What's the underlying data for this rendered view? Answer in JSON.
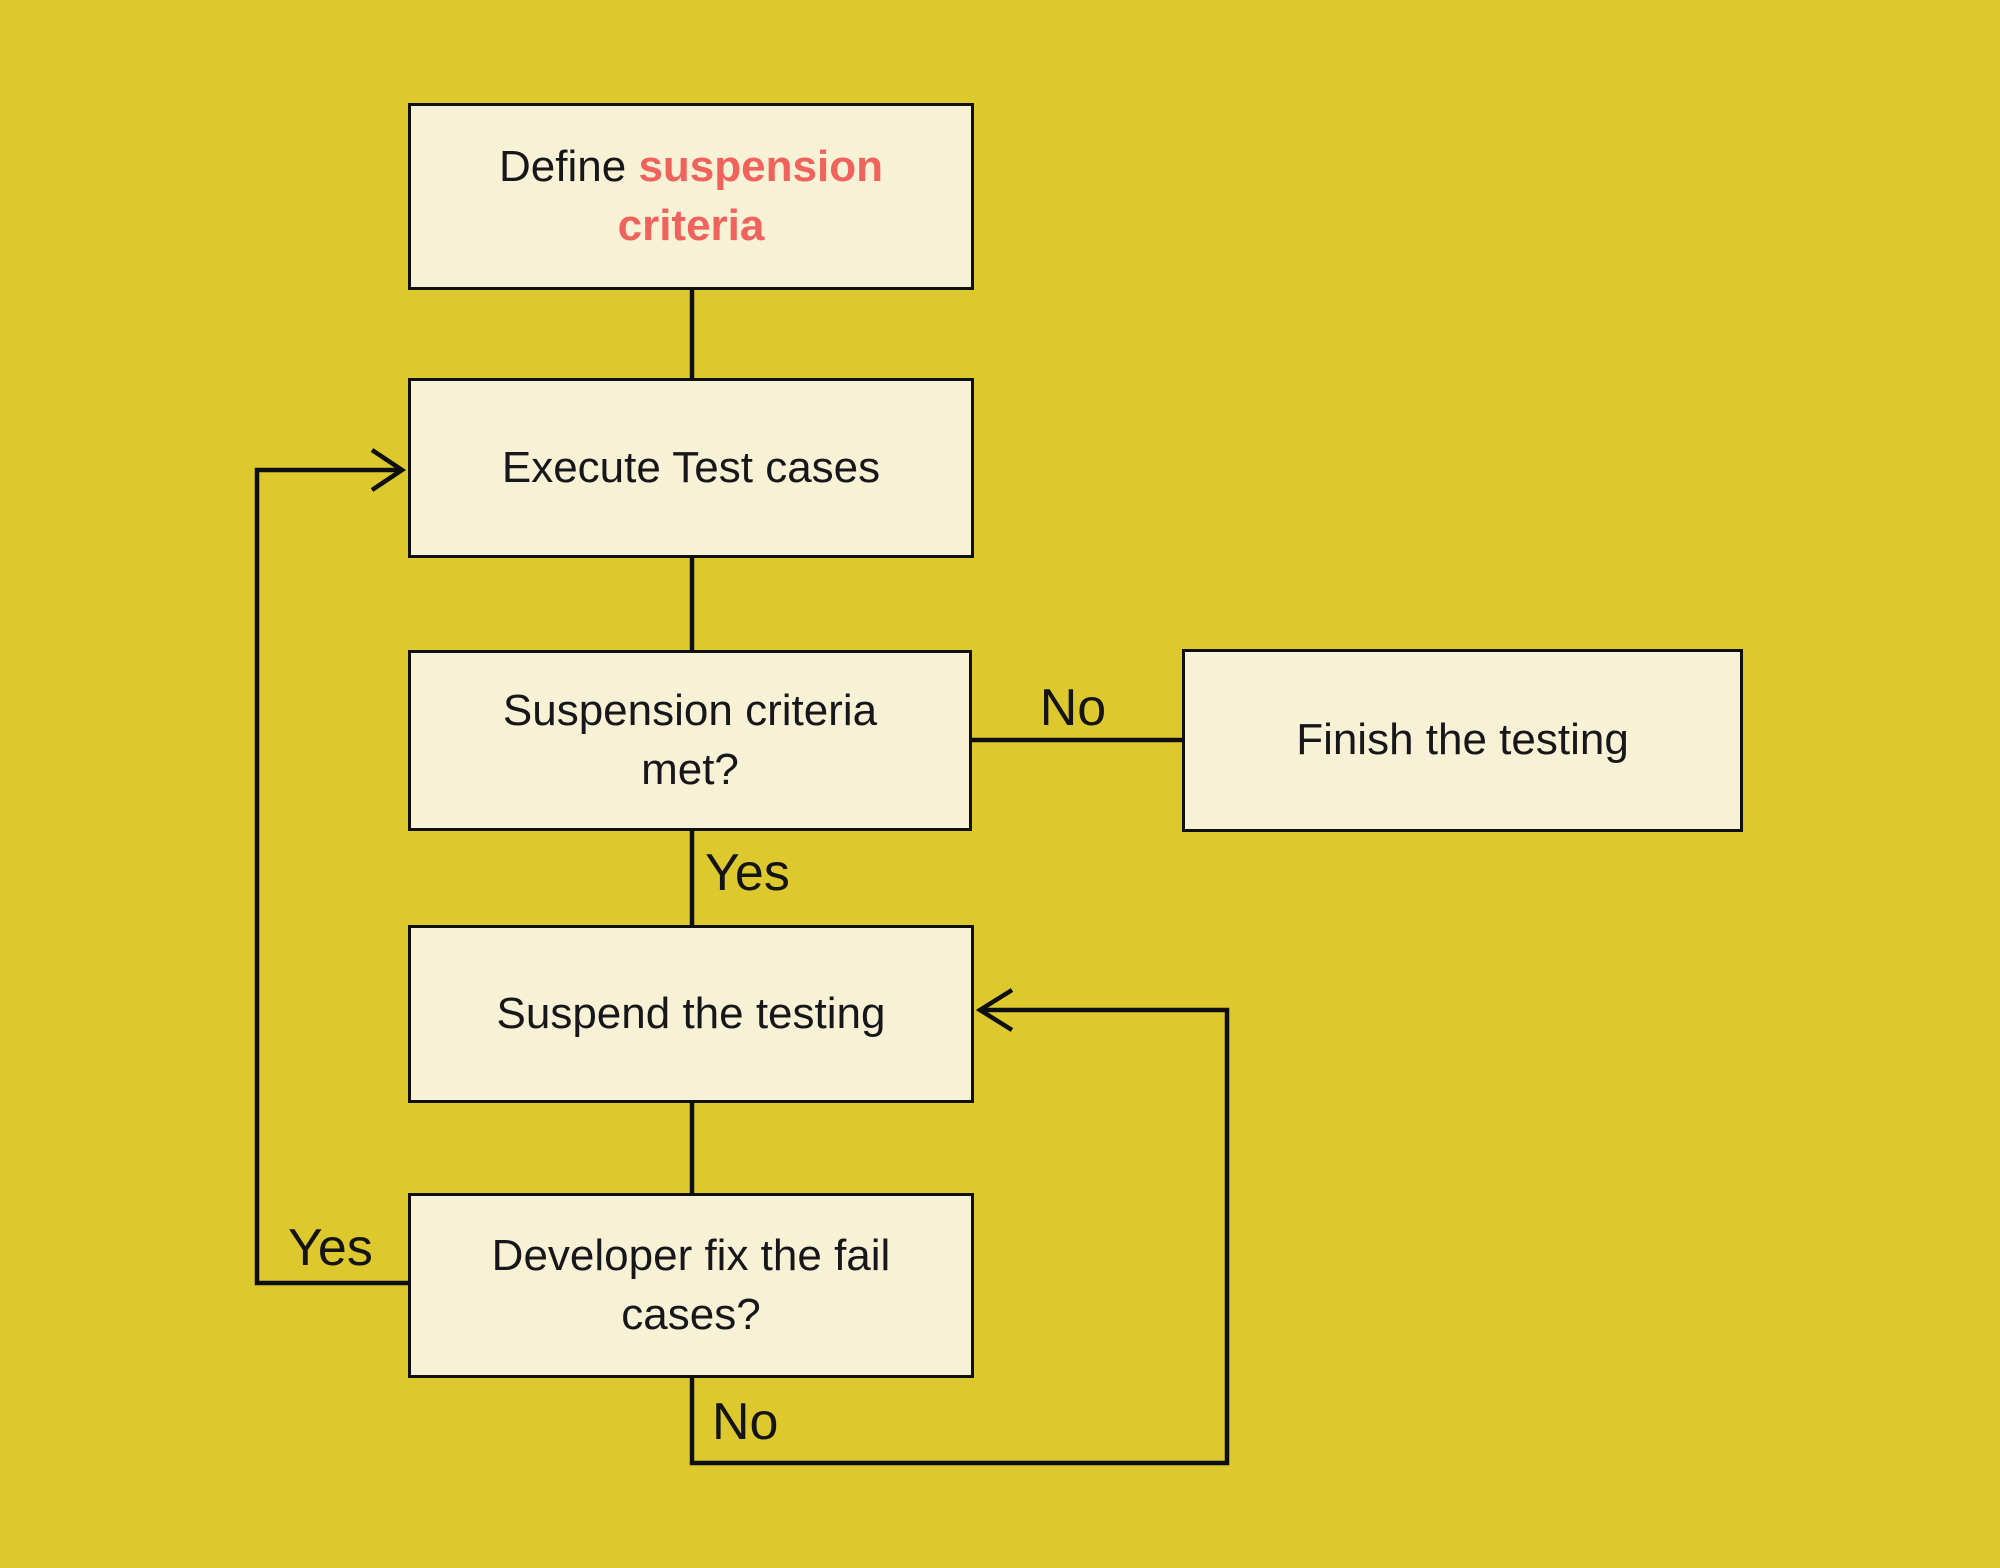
{
  "colors": {
    "background": "#ddc92d",
    "node_fill": "#f7f1d6",
    "node_border": "#101010",
    "connector": "#0e0e0e",
    "text": "#17171b",
    "accent_text": "#f0625c"
  },
  "diagram": {
    "nodes": {
      "define": {
        "line1_black": "Define ",
        "line1_accent": "suspension",
        "line2_accent": "criteria"
      },
      "execute": {
        "text": "Execute Test cases"
      },
      "criteria_met": {
        "line1": "Suspension criteria",
        "line2": "met?"
      },
      "finish": {
        "text": "Finish the testing"
      },
      "suspend": {
        "text": "Suspend the testing"
      },
      "dev_fix": {
        "line1": "Developer fix the fail",
        "line2": "cases?"
      }
    },
    "edge_labels": {
      "criteria_no": "No",
      "criteria_yes": "Yes",
      "dev_yes": "Yes",
      "dev_no": "No"
    }
  }
}
